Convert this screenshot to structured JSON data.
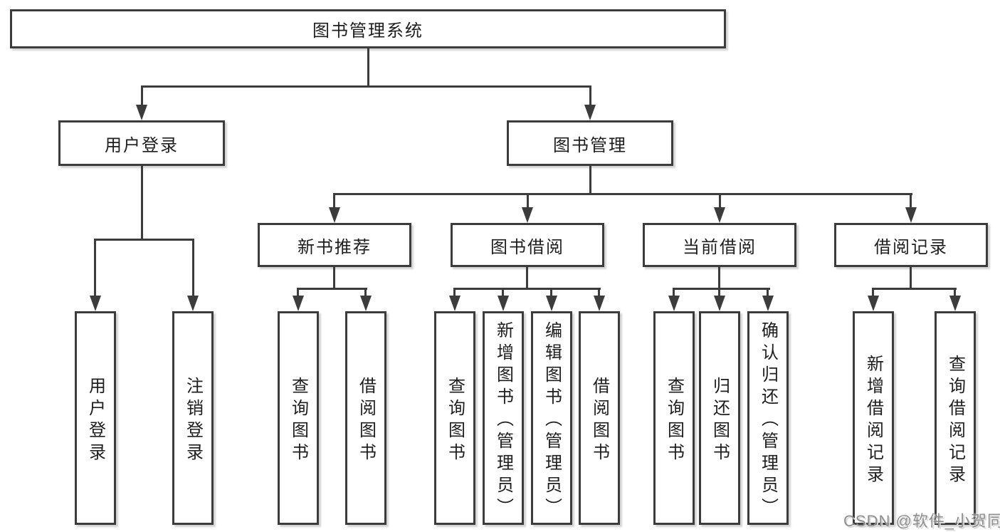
{
  "tree": {
    "root": {
      "label": "图书管理系统"
    },
    "level2": [
      {
        "label": "用户登录"
      },
      {
        "label": "图书管理"
      }
    ],
    "level3": [
      {
        "label": "新书推荐"
      },
      {
        "label": "图书借阅"
      },
      {
        "label": "当前借阅"
      },
      {
        "label": "借阅记录"
      }
    ],
    "leaves": {
      "user_login": [
        "用户登录",
        "注销登录"
      ],
      "new_book": [
        "查询图书",
        "借阅图书"
      ],
      "borrow": [
        "查询图书",
        "新增图书（管理员）",
        "编辑图书（管理员）",
        "借阅图书"
      ],
      "current": [
        "查询图书",
        "归还图书",
        "确认归还（管理员）"
      ],
      "records": [
        "新增借阅记录",
        "查询借阅记录"
      ]
    }
  },
  "watermark": {
    "text": "CSDN @软件_小贺同学"
  },
  "colors": {
    "line": "#3c3c3c",
    "text": "#1e1e1e",
    "background": "#ffffff",
    "watermark": "#8f8f8f"
  }
}
